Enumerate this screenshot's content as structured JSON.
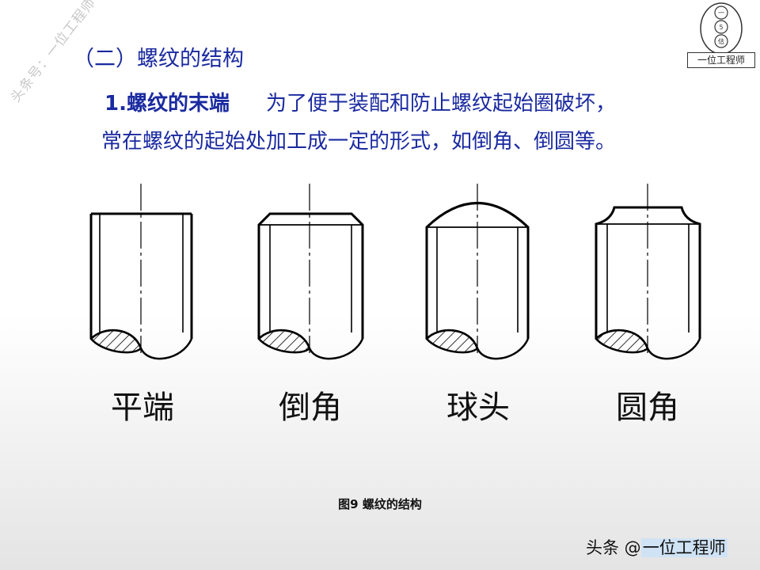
{
  "watermark": "头条号：一位工程师",
  "logo": {
    "label": "一位工程师",
    "circle_chars": [
      "一",
      "5",
      "估"
    ]
  },
  "section_title": "（二）螺纹的结构",
  "paragraph": {
    "heading": "1.螺纹的末端",
    "line1": "为了便于装配和防止螺纹起始圈破坏，",
    "line2": "常在螺纹的起始处加工成一定的形式，如倒角、倒圆等。"
  },
  "figure": {
    "labels": [
      "平端",
      "倒角",
      "球头",
      "圆角"
    ],
    "caption": "图9 螺纹的结构",
    "line_color": "#000000"
  },
  "footer": {
    "prefix": "头条 @",
    "brand": "一位工程师"
  }
}
